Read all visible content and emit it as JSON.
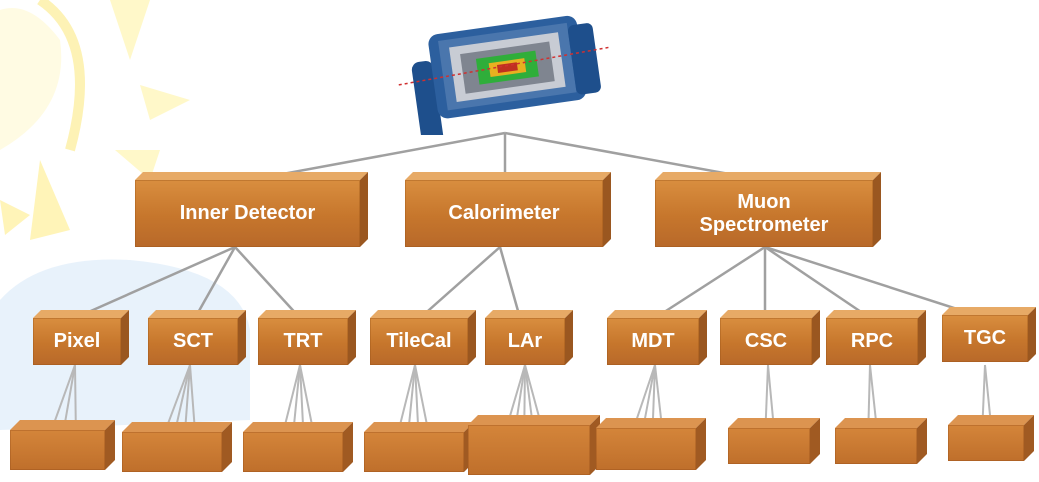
{
  "root": {
    "icon": "detector-icon"
  },
  "subsystems": [
    {
      "label": "Inner Detector"
    },
    {
      "label": "Calorimeter"
    },
    {
      "label": "Muon\nSpectrometer"
    }
  ],
  "components": [
    {
      "label": "Pixel"
    },
    {
      "label": "SCT"
    },
    {
      "label": "TRT"
    },
    {
      "label": "TileCal"
    },
    {
      "label": "LAr"
    },
    {
      "label": "MDT"
    },
    {
      "label": "CSC"
    },
    {
      "label": "RPC"
    },
    {
      "label": "TGC"
    }
  ],
  "colors": {
    "box": "#c6762c",
    "box_text": "#ffffff",
    "connector": "#a0a0a0",
    "background_deco": "#fff6b0"
  }
}
